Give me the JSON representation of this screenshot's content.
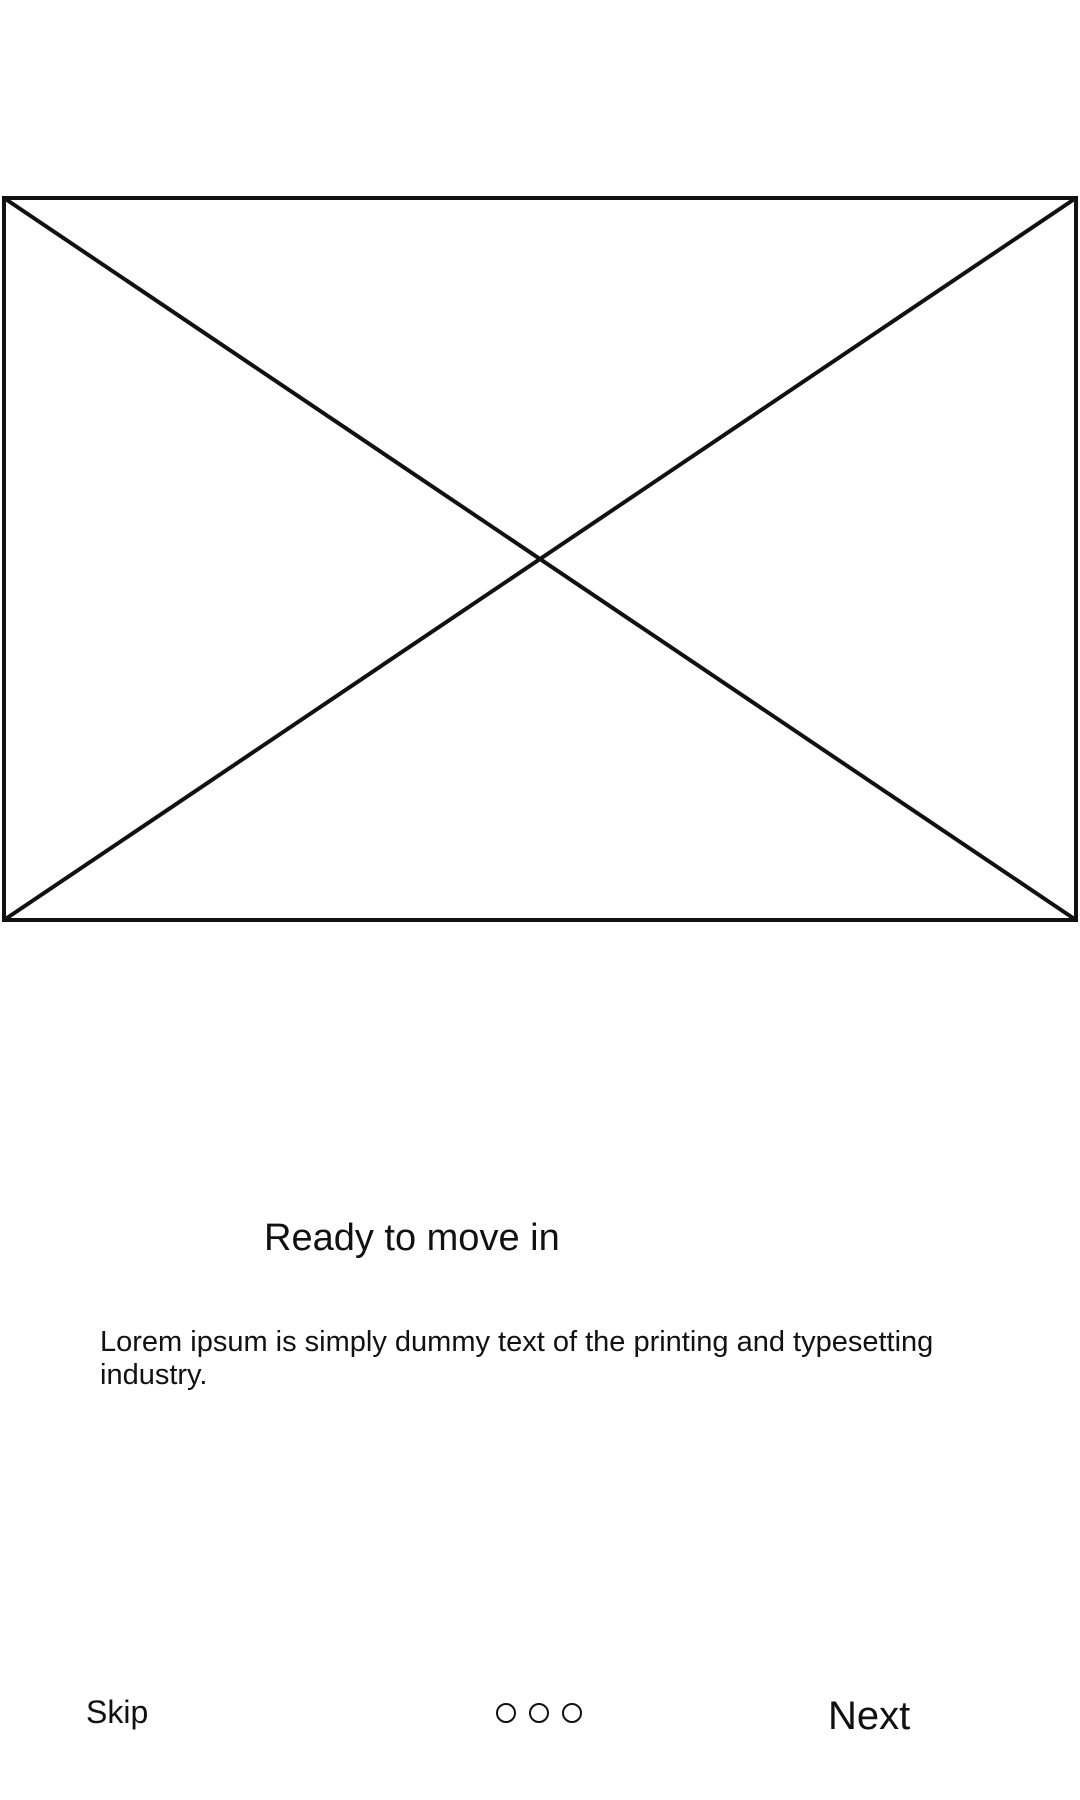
{
  "onboarding": {
    "title": "Ready to move in",
    "description": "Lorem ipsum is simply dummy text of the printing and typesetting industry.",
    "image_icon": "image-placeholder-icon"
  },
  "footer": {
    "skip_label": "Skip",
    "next_label": "Next",
    "page_count": 3,
    "dot_icon": "circle-outline-icon"
  }
}
